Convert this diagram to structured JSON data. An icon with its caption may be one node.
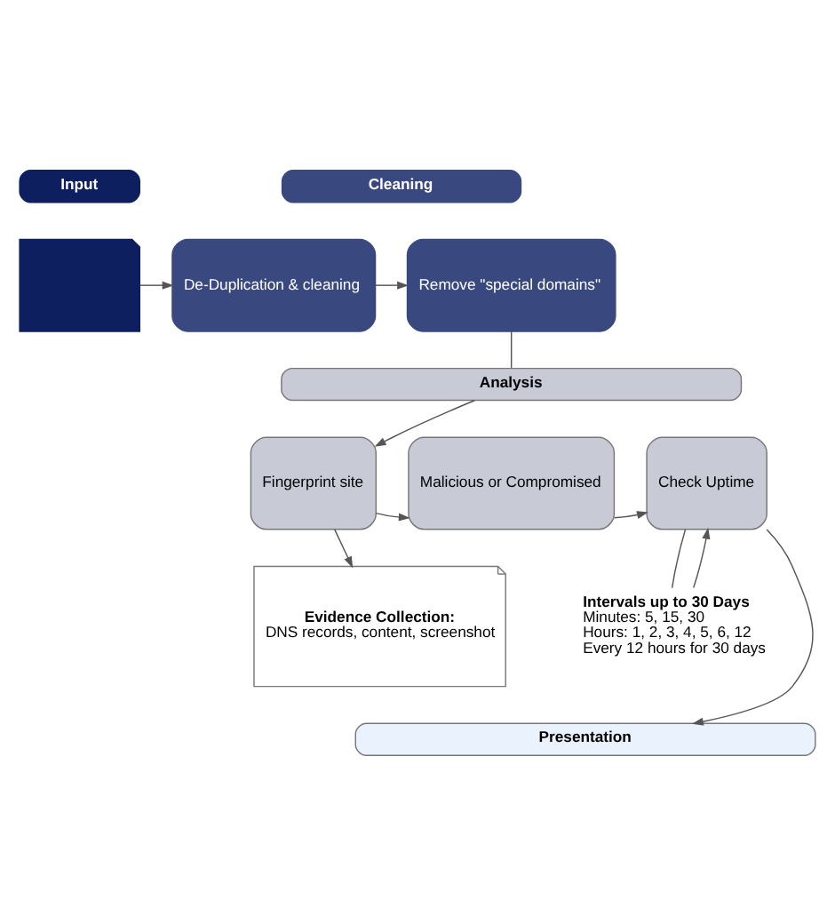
{
  "diagram": {
    "nodes": [
      {
        "text": [
          "Input"
        ]
      },
      {
        "text": [
          "Cleaning"
        ]
      },
      {
        "text": [],
        "shape": "document"
      },
      {
        "text": [
          "De-Duplication & cleaning"
        ]
      },
      {
        "text": [
          "Remove \"special domains\""
        ]
      },
      {
        "text": [
          "Analysis"
        ]
      },
      {
        "text": [
          "Fingerprint site"
        ]
      },
      {
        "text": [
          "Malicious or Compromised"
        ]
      },
      {
        "text": [
          "Check Uptime"
        ]
      },
      {
        "text": [
          "Intervals up to 30 Days",
          "Minutes: 5, 15, 30",
          "Hours: 1, 2, 3, 4, 5, 6, 12",
          "Every 12 hours for 30 days"
        ]
      },
      {
        "text": [
          "Evidence Collection:",
          "DNS records, content, screenshot"
        ]
      },
      {
        "text": [
          "Presentation"
        ]
      }
    ],
    "edges": [
      {
        "from": 2,
        "to": 3,
        "arrow": "to"
      },
      {
        "from": 3,
        "to": 4,
        "arrow": "to"
      },
      {
        "from": 4,
        "to": 5,
        "arrow": "none"
      },
      {
        "from": 5,
        "to": 6,
        "arrow": "to"
      },
      {
        "from": 6,
        "to": 7,
        "arrow": "to"
      },
      {
        "from": 7,
        "to": 8,
        "arrow": "to"
      },
      {
        "from": 8,
        "to": 9,
        "arrow": "none"
      },
      {
        "from": 9,
        "to": 8,
        "arrow": "to"
      },
      {
        "from": 6,
        "to": 10,
        "arrow": "to"
      },
      {
        "from": 8,
        "to": 11,
        "arrow": "to"
      }
    ]
  }
}
